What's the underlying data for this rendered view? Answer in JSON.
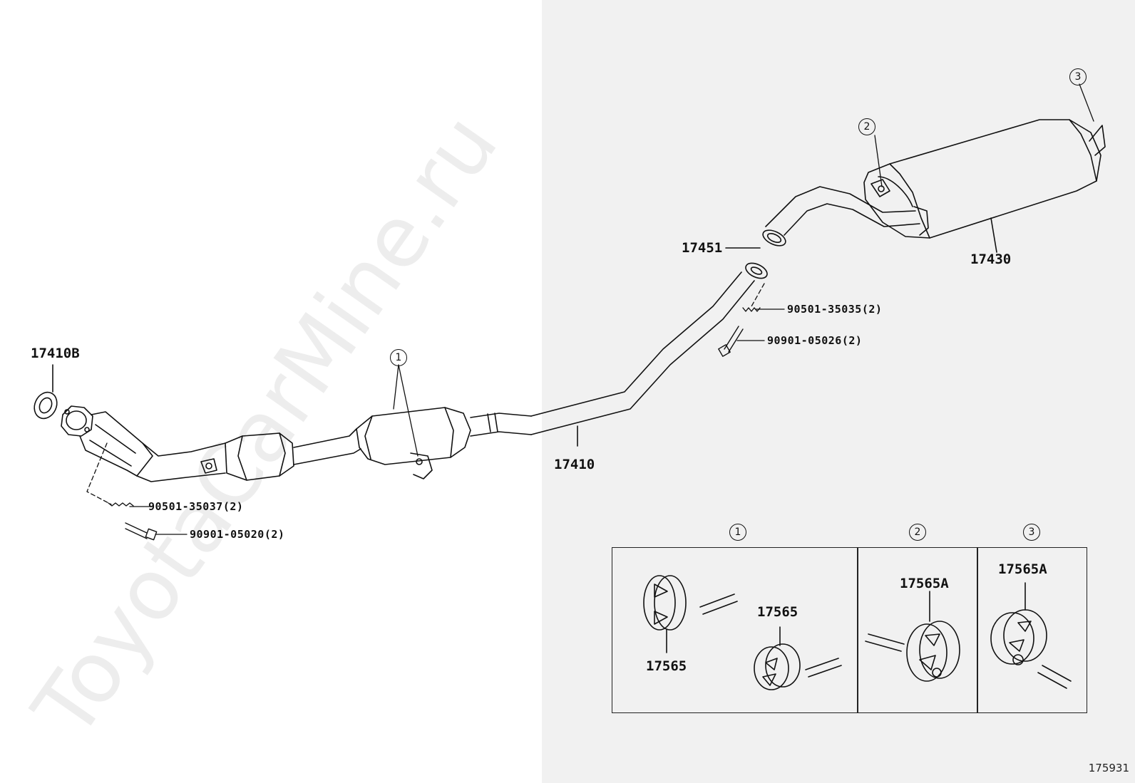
{
  "watermark": "ToyotaCarMine.ru",
  "figure_id": "175931",
  "parts": {
    "gasket_front": "17410B",
    "exhaust_pipe": "17410",
    "gasket_rear": "17451",
    "tail_pipe": "17430",
    "spring_front": "90501-35037(2)",
    "bolt_front": "90901-05020(2)",
    "spring_rear": "90501-35035(2)",
    "bolt_rear": "90901-05026(2)"
  },
  "callouts": {
    "one": "1",
    "two": "2",
    "three": "3"
  },
  "detail": {
    "sections": [
      {
        "marker": "1",
        "labels": [
          "17565",
          "17565"
        ]
      },
      {
        "marker": "2",
        "labels": [
          "17565A"
        ]
      },
      {
        "marker": "3",
        "labels": [
          "17565A"
        ]
      }
    ]
  },
  "colors": {
    "line": "#111111",
    "background_right": "#f1f1f1",
    "background_left": "#ffffff"
  }
}
